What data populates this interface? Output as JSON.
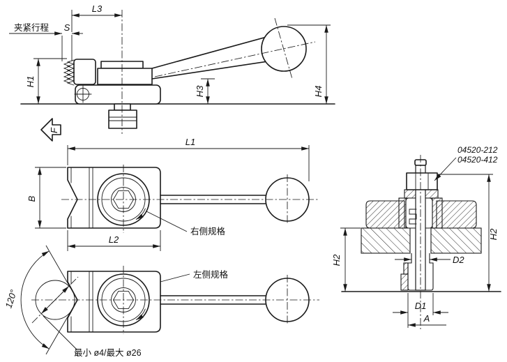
{
  "drawing": {
    "side_view": {
      "stroke_label": "夹紧行程",
      "s_label": "S",
      "l3_label": "L3",
      "h1_label": "H1",
      "h3_label": "H3",
      "h4_label": "H4",
      "force_label": "F"
    },
    "top_view_right": {
      "l1_label": "L1",
      "b_label": "B",
      "l2_label": "L2",
      "spec_label": "右侧规格"
    },
    "top_view_left": {
      "spec_label": "左侧规格",
      "angle_label": "120°",
      "capacity_label": "最小 ø4/最大 ø26"
    },
    "section_view": {
      "part_numbers": [
        "04520-212",
        "04520-412"
      ],
      "h2_left_label": "H2",
      "h2_right_label": "H2",
      "d1_label": "D1",
      "d2_label": "D2",
      "a_label": "A"
    },
    "colors": {
      "line": "#1a1a1a",
      "background": "#ffffff"
    }
  }
}
